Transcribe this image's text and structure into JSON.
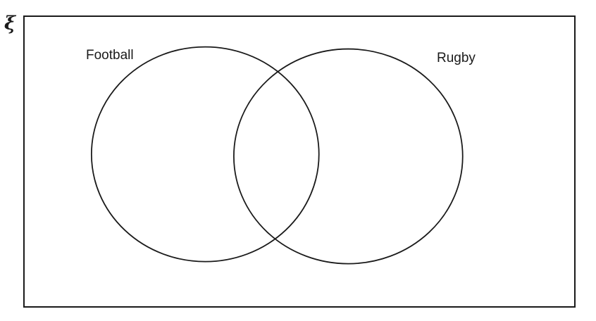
{
  "diagram": {
    "type": "venn",
    "universal_set_symbol": "ξ",
    "sets": [
      {
        "label": "Football"
      },
      {
        "label": "Rugby"
      }
    ],
    "regions": [
      "Football only",
      "Football and Rugby",
      "Rugby only",
      "Neither"
    ],
    "colors": {
      "stroke": "#1a1a1a",
      "background": "#ffffff"
    }
  }
}
